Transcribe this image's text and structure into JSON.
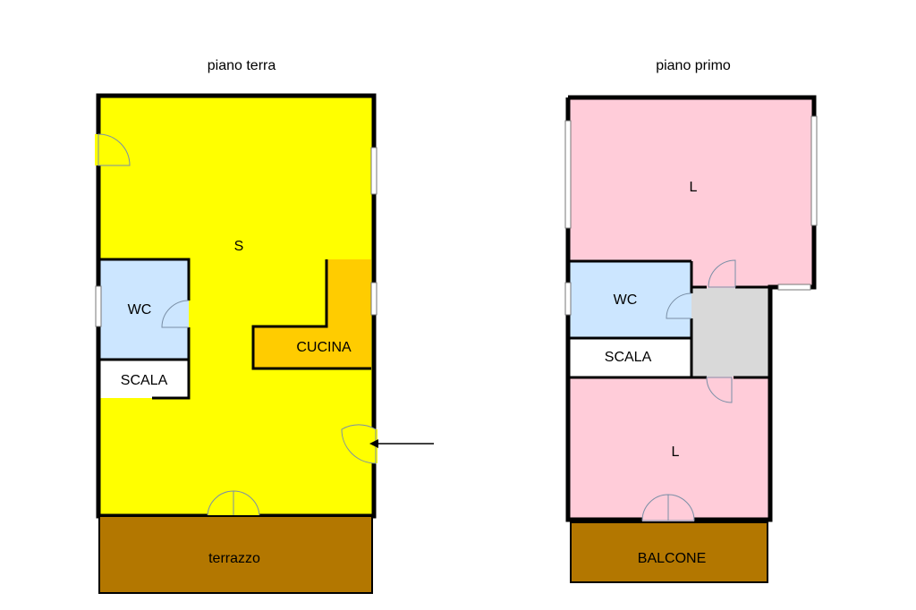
{
  "titles": {
    "ground_floor": "piano terra",
    "first_floor": "piano primo"
  },
  "ground_floor": {
    "main_room": "S",
    "wc": "WC",
    "stairs": "SCALA",
    "kitchen": "CUCINA",
    "terrace": "terrazzo"
  },
  "first_floor": {
    "room_top": "L",
    "room_bottom": "L",
    "wc": "WC",
    "stairs": "SCALA",
    "balcony": "BALCONE"
  },
  "colors": {
    "ground_floor_fill": "#ffff00",
    "kitchen_fill": "#ffcc00",
    "wc_fill": "#cce6ff",
    "stairs_fill": "#ffffff",
    "terrace_fill": "#b37700",
    "first_floor_fill": "#ffccd9",
    "hallway_fill": "#d9d9d9",
    "wall": "#000000"
  }
}
